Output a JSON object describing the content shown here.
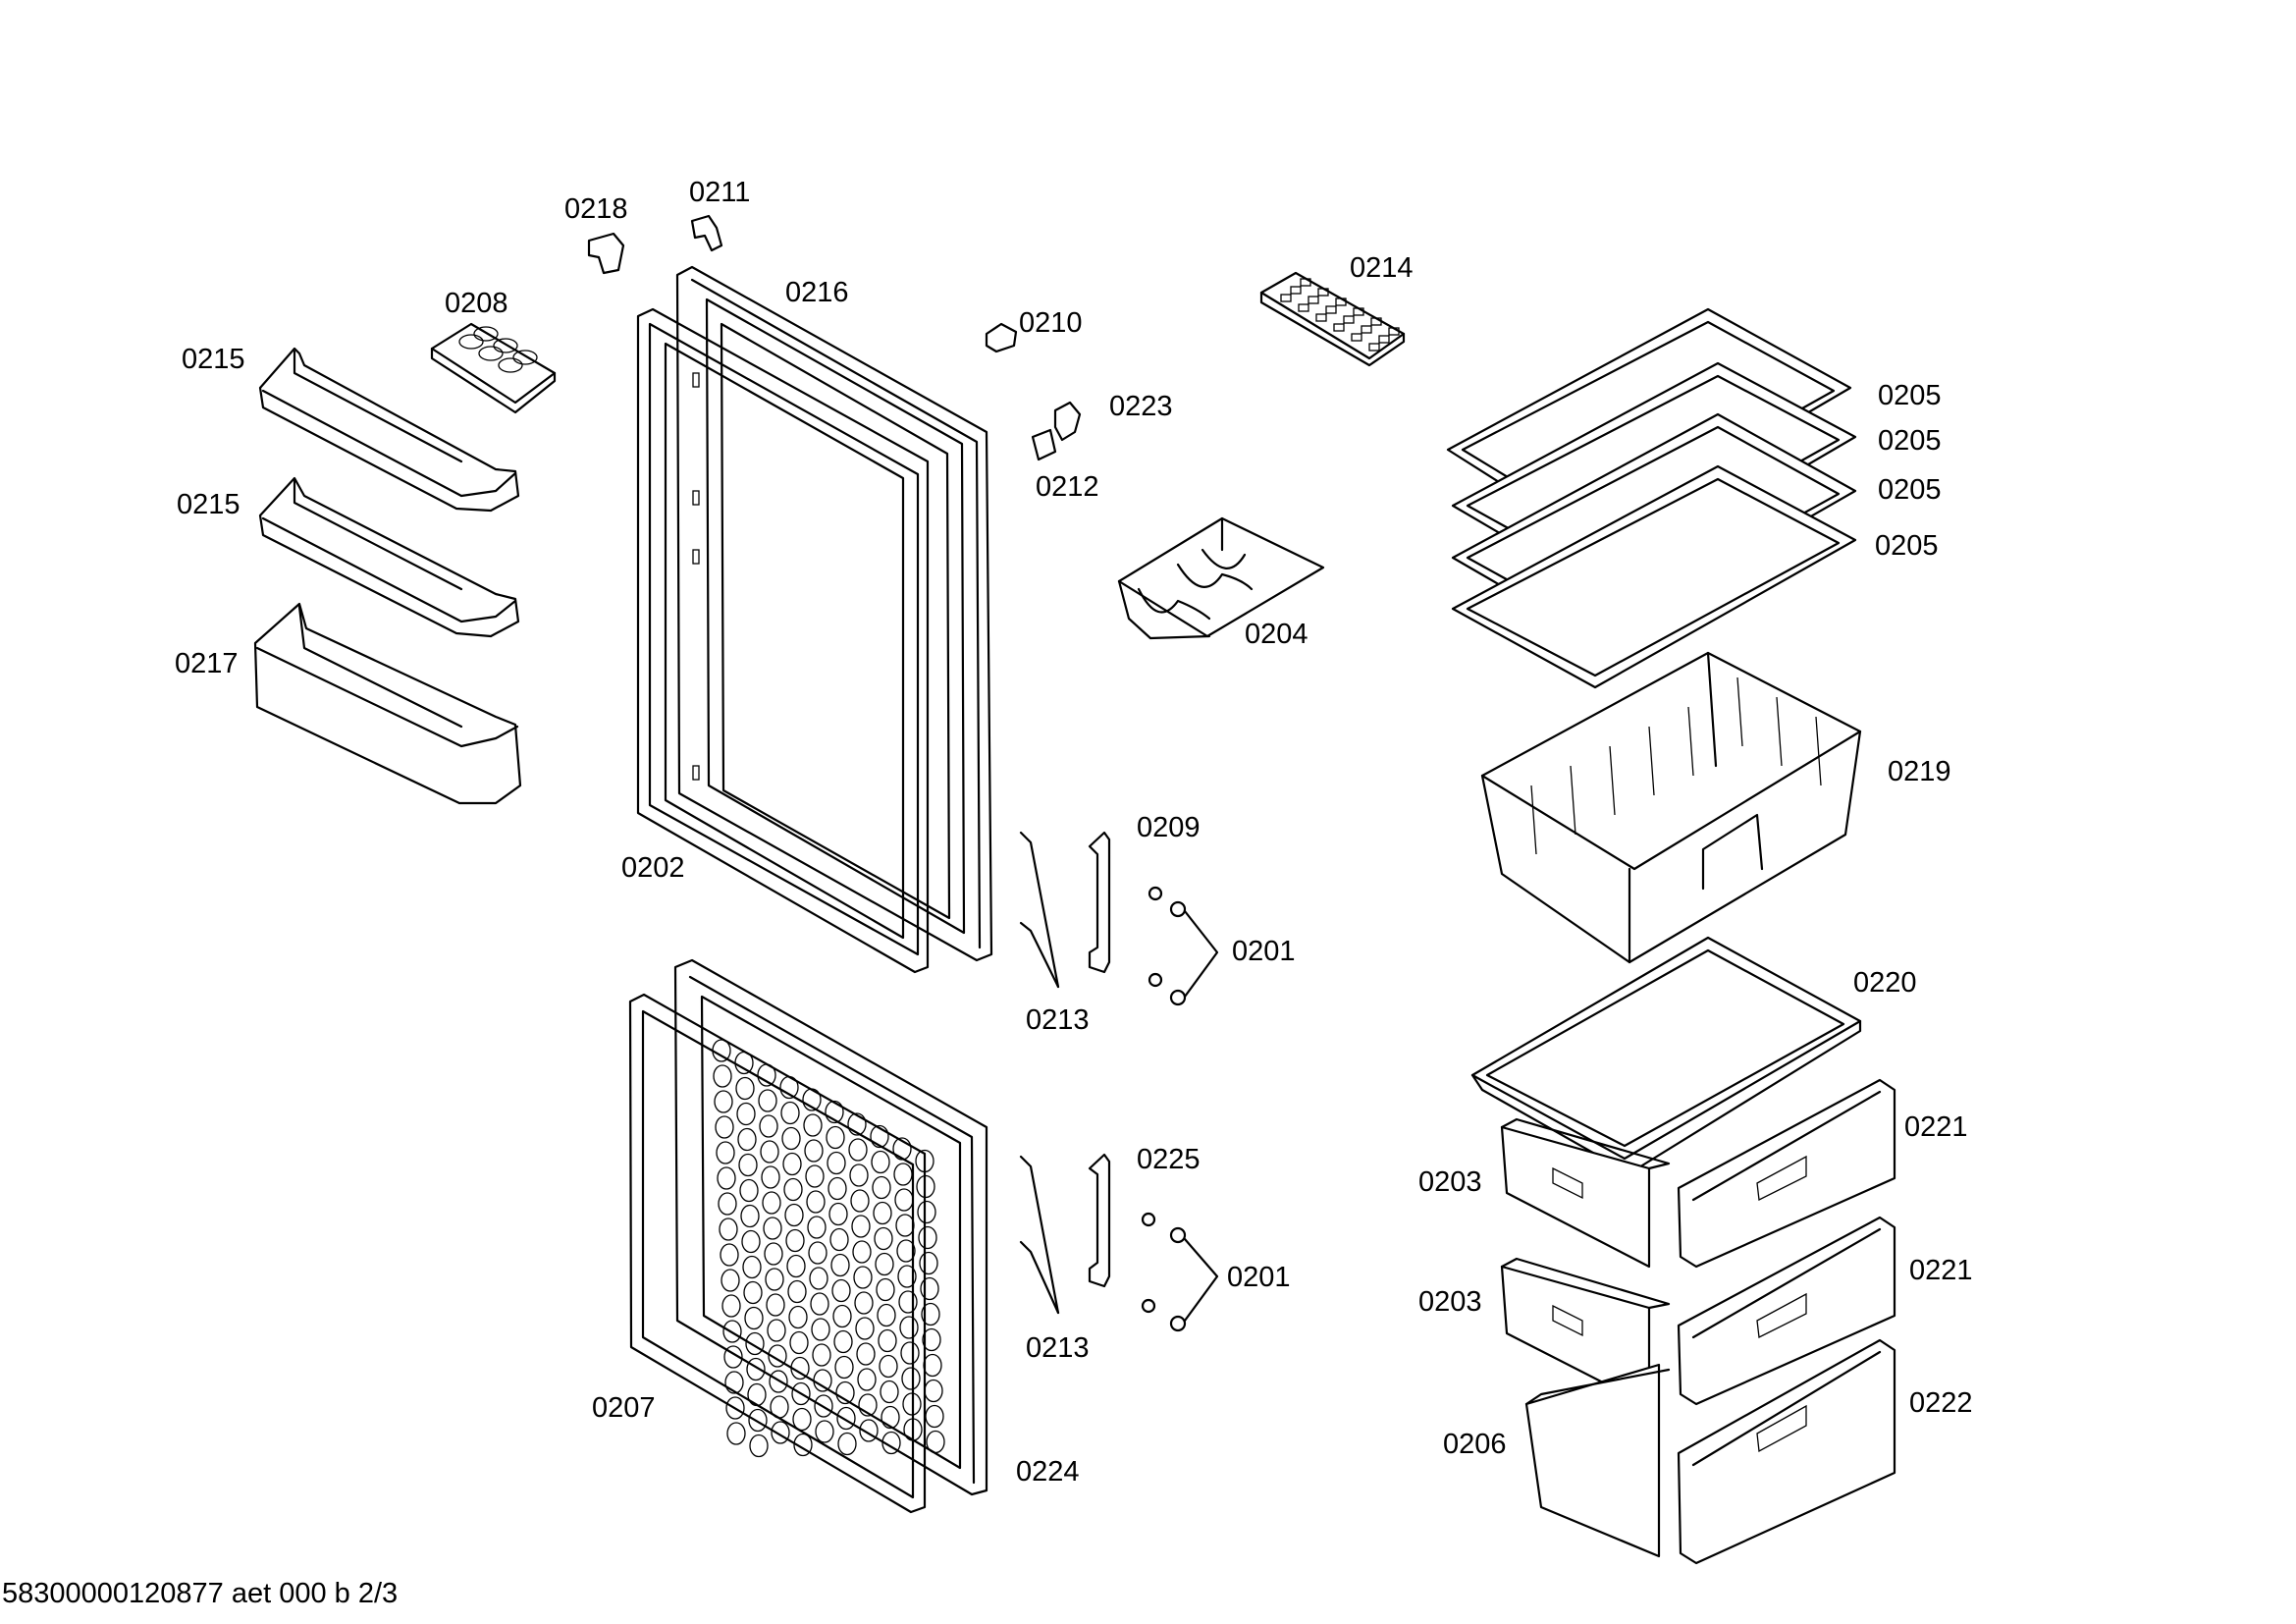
{
  "labels": {
    "p0218": "0218",
    "p0211": "0211",
    "p0216": "0216",
    "p0208": "0208",
    "p0215a": "0215",
    "p0215b": "0215",
    "p0217": "0217",
    "p0210": "0210",
    "p0223": "0223",
    "p0212": "0212",
    "p0214": "0214",
    "p0204": "0204",
    "p0205a": "0205",
    "p0205b": "0205",
    "p0205c": "0205",
    "p0205d": "0205",
    "p0219": "0219",
    "p0202": "0202",
    "p0209": "0209",
    "p0201a": "0201",
    "p0213a": "0213",
    "p0220": "0220",
    "p0221a": "0221",
    "p0203a": "0203",
    "p0221b": "0221",
    "p0203b": "0203",
    "p0225": "0225",
    "p0201b": "0201",
    "p0213b": "0213",
    "p0207": "0207",
    "p0224": "0224",
    "p0206": "0206",
    "p0222": "0222"
  },
  "footer": "58300000120877 aet 000 b 2/3"
}
